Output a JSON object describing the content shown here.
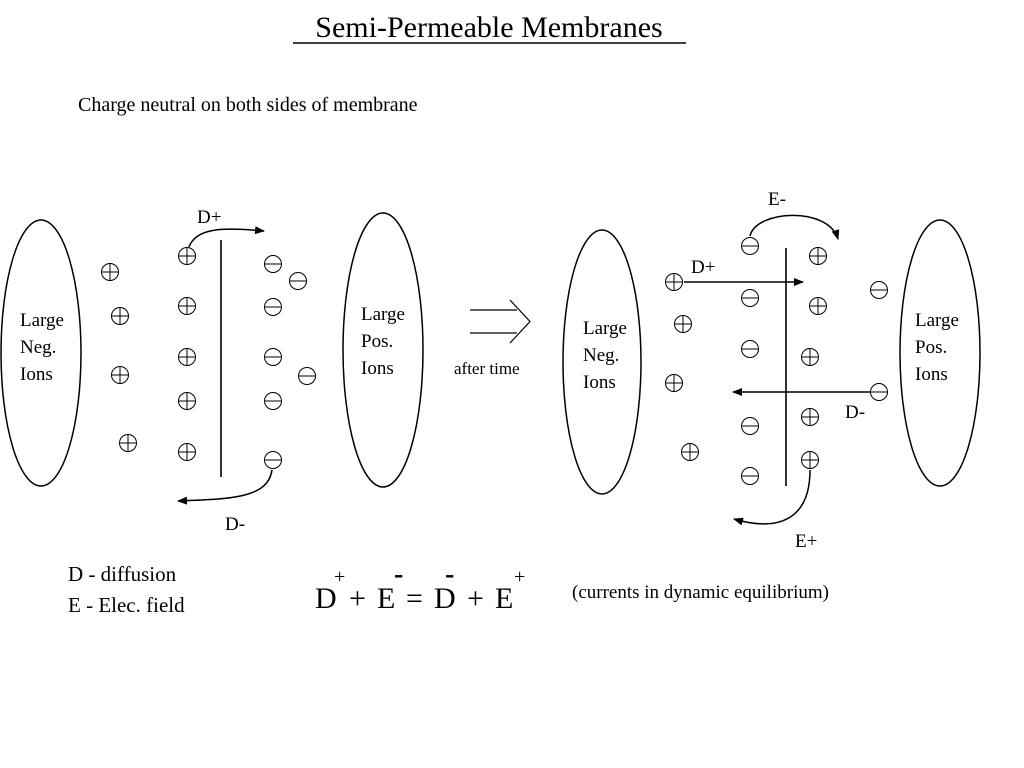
{
  "title": "Semi-Permeable Membranes",
  "subtitle": "Charge neutral on both sides of membrane",
  "left_panel": {
    "left_cell": [
      "Large",
      "Neg.",
      "Ions"
    ],
    "right_cell": [
      "Large",
      "Pos.",
      "Ions"
    ],
    "arrow_top_label": "D+",
    "arrow_bottom_label": "D-"
  },
  "transition": {
    "label": "after time"
  },
  "right_panel": {
    "left_cell": [
      "Large",
      "Neg.",
      "Ions"
    ],
    "right_cell": [
      "Large",
      "Pos.",
      "Ions"
    ],
    "labels": {
      "e_minus": "E-",
      "d_plus": "D+",
      "d_minus": "D-",
      "e_plus": "E+"
    }
  },
  "legend": {
    "d_line": "D - diffusion",
    "e_line": "E - Elec. field"
  },
  "equation": {
    "d1": "D",
    "d1_sup": "+",
    "plus1": "+",
    "e1": "E",
    "e1_sup": "-",
    "equals": "=",
    "d2": "D",
    "d2_sup": "-",
    "plus2": "+",
    "e2": "E",
    "e2_sup": "+"
  },
  "note": {
    "text": "(currents in dynamic equilibrium)",
    "color": "#e8141b"
  }
}
